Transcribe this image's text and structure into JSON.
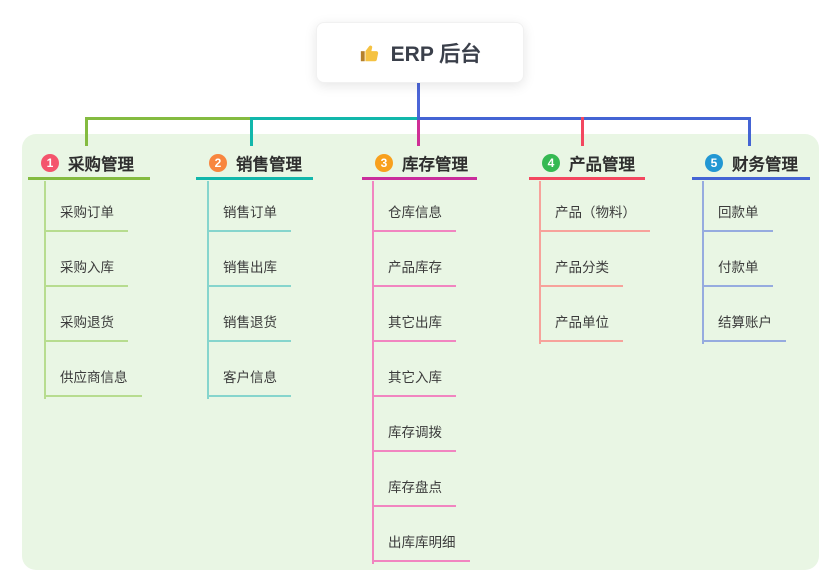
{
  "root": {
    "icon": "thumbs-up",
    "label": "ERP 后台"
  },
  "colors": {
    "panel_bg": "#e9f6e4",
    "root_stem_blue": "#4c66d8",
    "branch_green": "#84bb40",
    "branch_teal": "#12b7ab",
    "branch_magenta": "#c92d9c",
    "branch_red": "#f3475f",
    "branch_blue": "#4464d4",
    "badge_1": "#f4546c",
    "badge_2": "#f8863f",
    "badge_3": "#f8a01d",
    "badge_4": "#35b952",
    "badge_5": "#2297d3",
    "text": "#3b3b3b"
  },
  "branches": [
    {
      "num": "1",
      "title": "采购管理",
      "items": [
        "采购订单",
        "采购入库",
        "采购退货",
        "供应商信息"
      ]
    },
    {
      "num": "2",
      "title": "销售管理",
      "items": [
        "销售订单",
        "销售出库",
        "销售退货",
        "客户信息"
      ]
    },
    {
      "num": "3",
      "title": "库存管理",
      "items": [
        "仓库信息",
        "产品库存",
        "其它出库",
        "其它入库",
        "库存调拨",
        "库存盘点",
        "出库库明细"
      ]
    },
    {
      "num": "4",
      "title": "产品管理",
      "items": [
        "产品（物料）",
        "产品分类",
        "产品单位"
      ]
    },
    {
      "num": "5",
      "title": "财务管理",
      "items": [
        "回款单",
        "付款单",
        "结算账户"
      ]
    }
  ]
}
